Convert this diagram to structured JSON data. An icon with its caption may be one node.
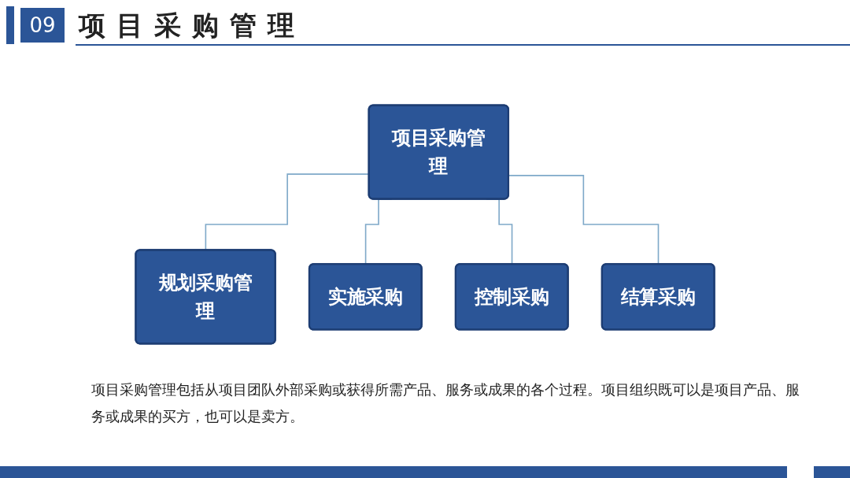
{
  "diagram": {
    "title": "项目采购管理",
    "nodes": [
      {
        "text": [
          "项目采购管理"
        ]
      },
      {
        "text": [
          "规划采购管理"
        ]
      },
      {
        "text": [
          "实施采购"
        ]
      },
      {
        "text": [
          "控制采购"
        ]
      },
      {
        "text": [
          "结算采购"
        ]
      }
    ],
    "edges": [
      {
        "from": 0,
        "to": 1,
        "arrow": "none"
      },
      {
        "from": 0,
        "to": 2,
        "arrow": "none"
      },
      {
        "from": 0,
        "to": 3,
        "arrow": "none"
      },
      {
        "from": 0,
        "to": 4,
        "arrow": "none"
      }
    ],
    "labels": [
      "09"
    ],
    "caption": "项目采购管理包括从项目团队外部采购或获得所需产品、服务或成果的各个过程。项目组织既可以是项目产品、服务或成果的买方，也可以是卖方。"
  }
}
